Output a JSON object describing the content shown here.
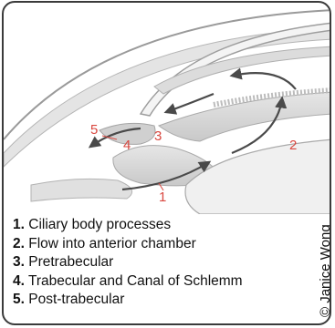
{
  "diagram": {
    "callouts": {
      "one": "1",
      "two": "2",
      "three": "3",
      "four": "4",
      "five": "5"
    }
  },
  "legend": {
    "items": [
      {
        "number": "1.",
        "text": "Ciliary body processes"
      },
      {
        "number": "2.",
        "text": "Flow into anterior chamber"
      },
      {
        "number": "3.",
        "text": "Pretrabecular"
      },
      {
        "number": "4.",
        "text": "Trabecular and Canal of Schlemm"
      },
      {
        "number": "5.",
        "text": "Post-trabecular"
      }
    ]
  },
  "credit": "© Janice Wong",
  "colors": {
    "callout": "#d9473f",
    "tissue": "#d7d7d7",
    "arrow": "#4a4a4a",
    "border": "#3b3b3b"
  }
}
